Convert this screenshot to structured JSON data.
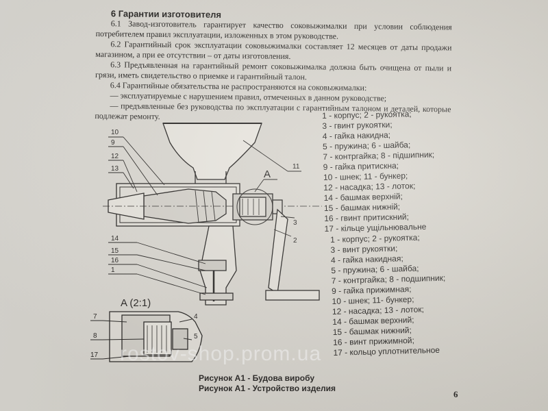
{
  "section": {
    "heading": "6 Гарантии изготовителя",
    "paragraphs": [
      "6.1 Завод-изготовитель гарантирует качество соковыжималки при условии соблюдения потребителем правил эксплуатации, изложенных в этом руководстве.",
      "6.2 Гарантийный срок эксплуатации соковыжималки составляет 12 месяцев от даты продажи магазином, а при ее отсутствии – от даты изготовления.",
      "6.3 Предъявленная на гарантийный ремонт соковыжималка должна быть очищена от пыли и грязи, иметь свидетельство о приемке и гарантийный талон.",
      "6.4 Гарантийные обязательства не распространяются на соковыжималки:",
      "— эксплуатируемые с нарушением правил, отмеченных в данном руководстве;",
      "— предъявленные без руководства по эксплуатации с гарантийным талоном и деталей, которые подлежат ремонту."
    ]
  },
  "legend_ukr": [
    "1 - корпус; 2 - рукоятка;",
    "3 - гвинт рукоятки;",
    "4 - гайка накидна;",
    "5 - пружина; 6 - шайба;",
    "7 - контргайка; 8 - підшипник;",
    "9 - гайка притискна;",
    "10 - шнек; 11 - бункер;",
    "12 - насадка; 13 - лоток;",
    "14 - башмак верхній;",
    "15 - башмак нижній;",
    "16 - гвинт притискний;",
    "17 - кільце ущільнювальне"
  ],
  "legend_rus": [
    "1 - корпус; 2 - рукоятка;",
    "3 - винт рукоятки;",
    "4 - гайка накидная;",
    "5 - пружина; 6 - шайба;",
    "7 - контргайка; 8 - подшипник;",
    "9 - гайка прижимная;",
    "10 - шнек; 11- бункер;",
    "12 - насадка; 13 - лоток;",
    "14 - башмак верхний;",
    "15 - башмак нижний;",
    "16 - винт прижимной;",
    "17 - кольцо уплотнительное"
  ],
  "drawing": {
    "detail_label": "A (2:1)",
    "section_marker": "A",
    "part_numbers": [
      "10",
      "9",
      "12",
      "13",
      "11",
      "3",
      "2",
      "14",
      "15",
      "16",
      "1",
      "7",
      "8",
      "17",
      "4",
      "5"
    ]
  },
  "captions": {
    "ukr": "Рисунок А1 - Будова виробу",
    "rus": "Рисунок А1 - Устройство изделия"
  },
  "page_number": "6",
  "watermark": "rostov-shop.prom.ua"
}
